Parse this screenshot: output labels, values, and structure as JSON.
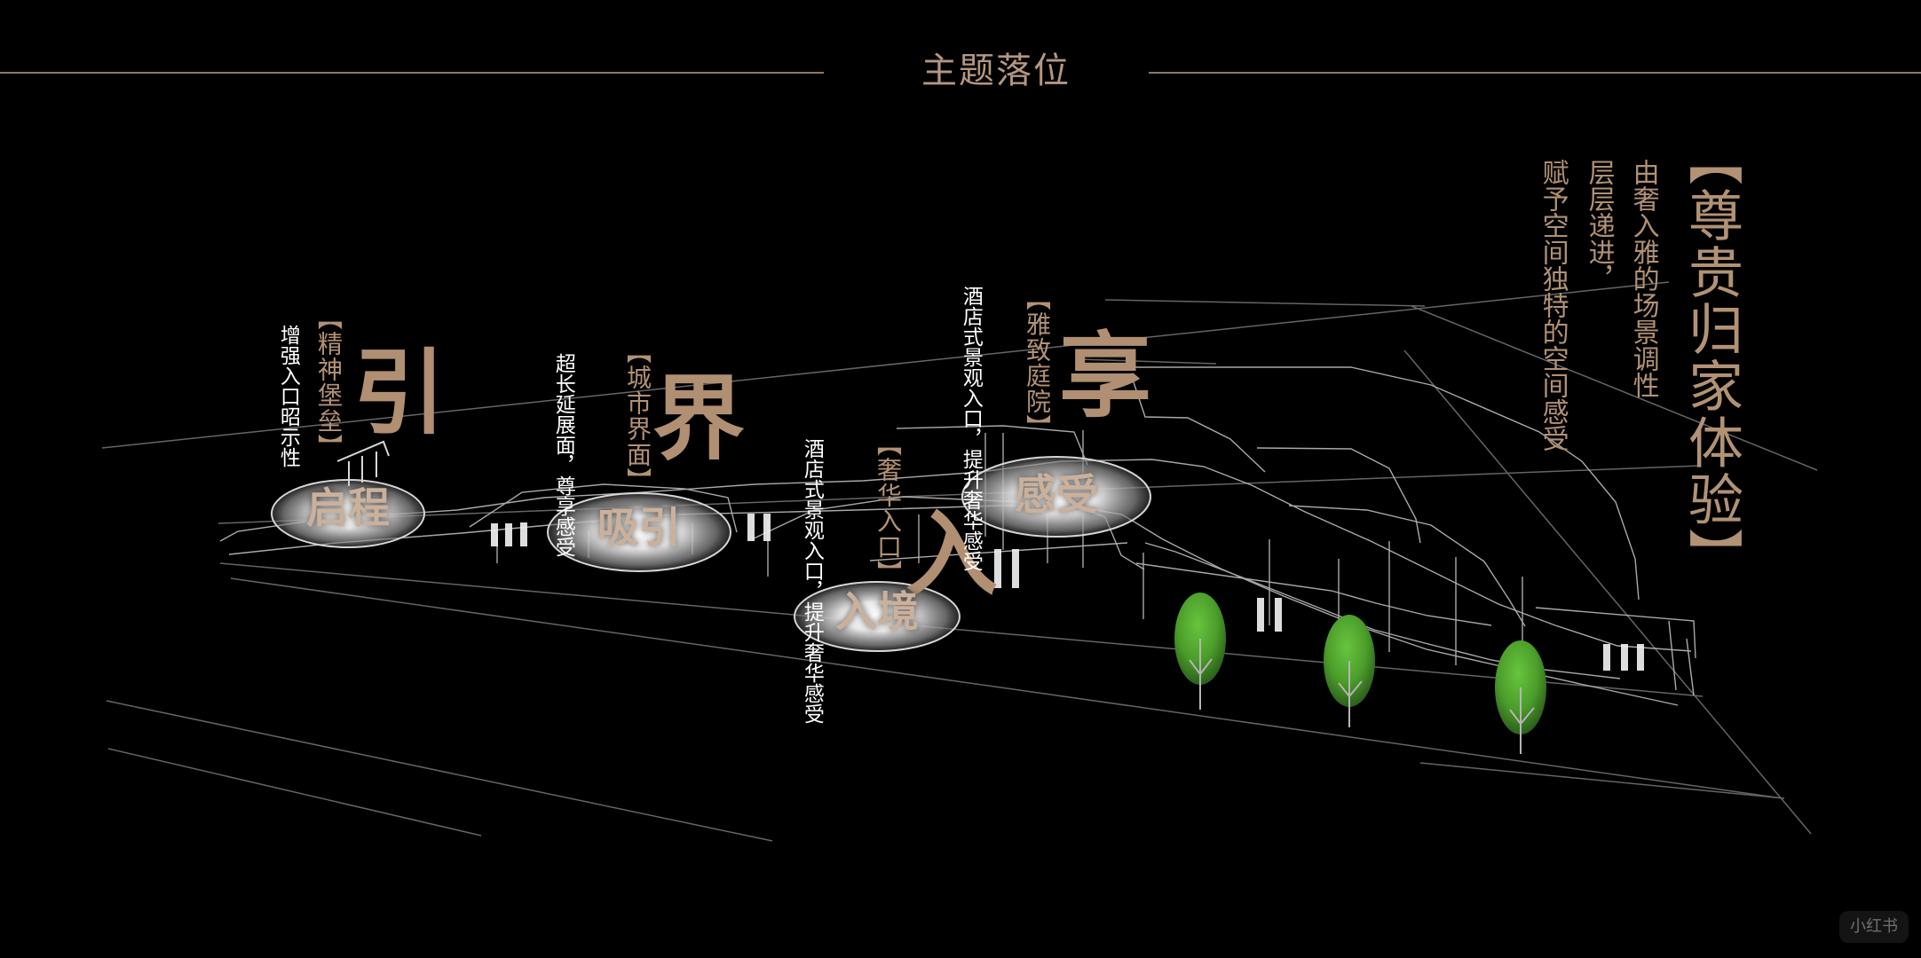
{
  "title": "主题落位",
  "main_quote": "【尊贵归家体验】",
  "intro_lines": [
    "由奢入雅的场景调性",
    "层层递进，",
    "赋予空间独特的空间感受"
  ],
  "zones": [
    {
      "big_char": "引",
      "label": "【精神堡垒】",
      "note": "增强入口昭示性",
      "spot_text": "启程"
    },
    {
      "big_char": "界",
      "label": "【城市界面】",
      "note": "超长延展面，尊享感受",
      "spot_text": "吸引"
    },
    {
      "big_char": "入",
      "label": "【奢华入口】",
      "note": "酒店式景观入口，提升奢华感受",
      "spot_text": "入境"
    },
    {
      "big_char": "享",
      "label": "【雅致庭院】",
      "note": "酒店式景观入口，提升奢华感受",
      "spot_text": "感受"
    }
  ],
  "watermark": "小红书",
  "colors": {
    "background": "#000000",
    "gold": "#b29274",
    "line": "#8d7766",
    "white": "#ffffff",
    "tree": "#4f9f2d"
  }
}
